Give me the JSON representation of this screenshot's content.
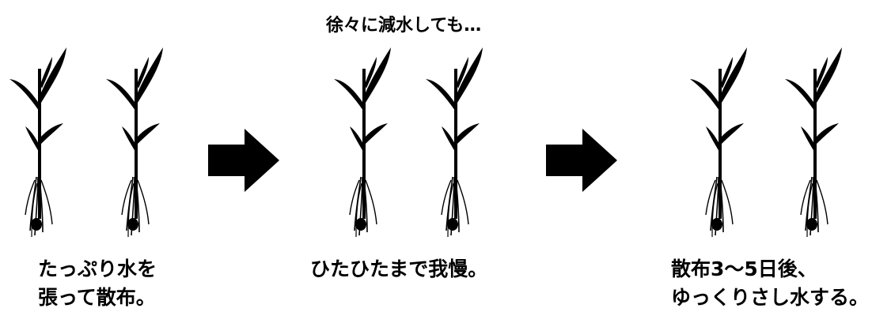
{
  "header": {
    "text": "徐々に減水しても…"
  },
  "stages": [
    {
      "caption_line1": "たっぷり水を",
      "caption_line2": "張って散布。"
    },
    {
      "caption_line1": "ひたひたまで我慢。",
      "caption_line2": ""
    },
    {
      "caption_line1": "散布3～5日後、",
      "caption_line2": "ゆっくりさし水する。"
    }
  ],
  "colors": {
    "ink": "#000000",
    "background": "#ffffff"
  },
  "icons": {
    "plant": "rice-seedling-icon",
    "arrow": "right-arrow-icon"
  }
}
